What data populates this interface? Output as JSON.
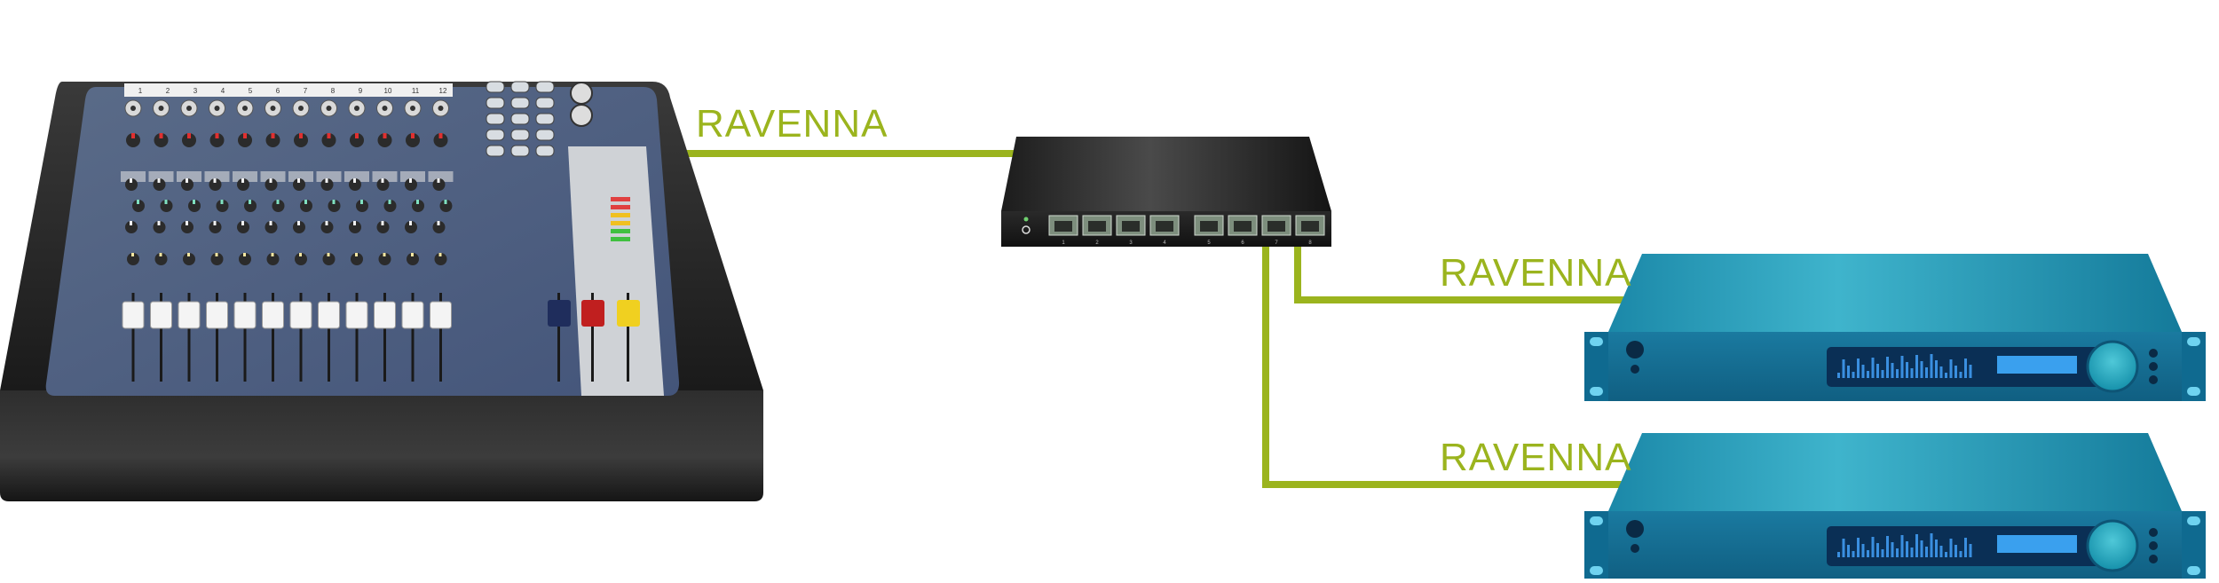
{
  "diagram": {
    "accent_color": "#9bb41e",
    "connection_label": "RAVENNA",
    "connections": [
      {
        "from": "mixing-console",
        "to": "network-switch",
        "label": "RAVENNA"
      },
      {
        "from": "network-switch",
        "to": "audio-device-1",
        "label": "RAVENNA"
      },
      {
        "from": "network-switch",
        "to": "audio-device-2",
        "label": "RAVENNA"
      }
    ],
    "console": {
      "channel_numbers": [
        "1",
        "2",
        "3",
        "4",
        "5",
        "6",
        "7",
        "8",
        "9",
        "10",
        "11",
        "12"
      ]
    },
    "switch": {
      "port_numbers": [
        "1",
        "2",
        "3",
        "4",
        "5",
        "6",
        "7",
        "8"
      ]
    },
    "device_color": "#1d8fb0"
  }
}
